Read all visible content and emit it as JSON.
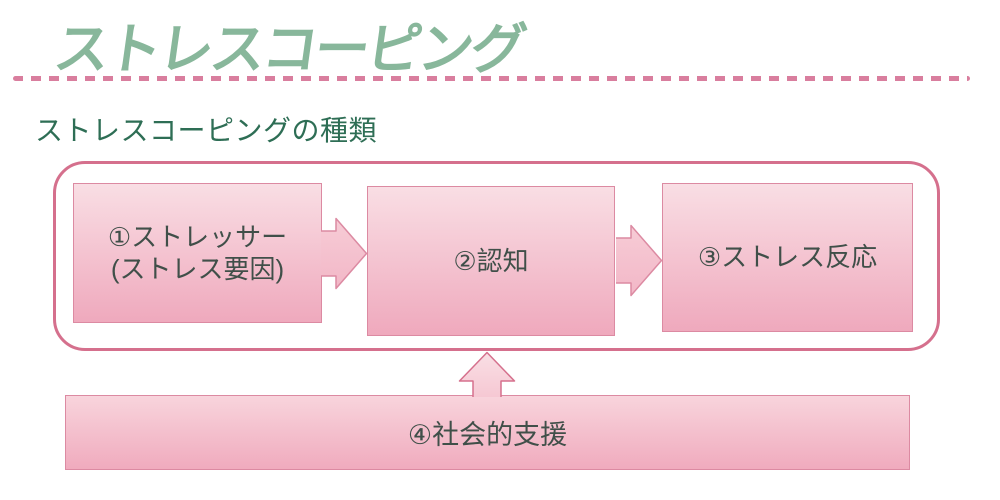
{
  "page": {
    "title": "ストレスコーピング",
    "section_heading": "ストレスコーピングの種類"
  },
  "diagram": {
    "boxes": [
      {
        "id": "stressor",
        "line1": "①ストレッサー",
        "line2": "(ストレス要因)"
      },
      {
        "id": "cognition",
        "label": "②認知"
      },
      {
        "id": "stress_response",
        "label": "③ストレス反応"
      },
      {
        "id": "social_support",
        "label": "④社会的支援"
      }
    ],
    "arrows": [
      {
        "id": "stressor-to-cognition",
        "direction": "right"
      },
      {
        "id": "cognition-to-response",
        "direction": "right"
      },
      {
        "id": "support-to-flow",
        "direction": "up"
      }
    ]
  },
  "colors": {
    "title_green": "#88b79b",
    "heading_green": "#2e6e55",
    "underline_pink": "#d97e9e",
    "container_border_pink": "#d5708d",
    "box_border_pink": "#dc8aa2",
    "box_fill_top": "#f9dee4",
    "box_fill_bottom": "#efa9bd",
    "box_text": "#404f49",
    "background": "#ffffff"
  }
}
